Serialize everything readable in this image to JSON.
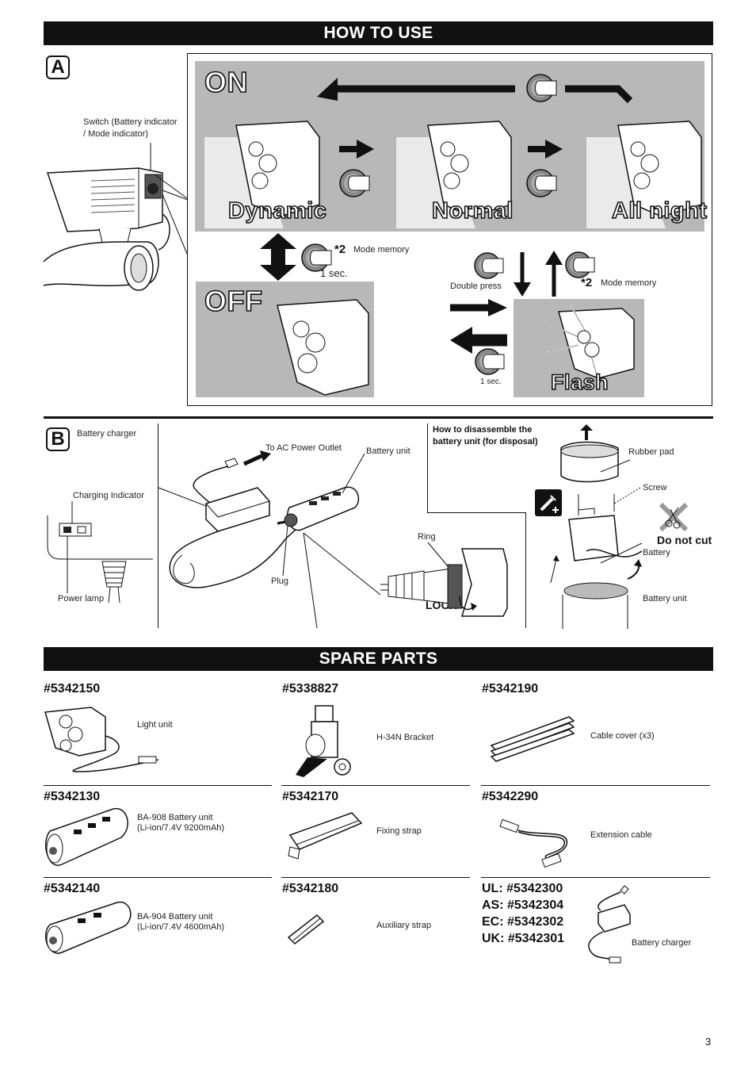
{
  "how_to_use": {
    "title": "HOW TO USE",
    "section_a": {
      "letter": "A",
      "switch_label_line1": "Switch (Battery indicator",
      "switch_label_line2": "/ Mode indicator)",
      "on_label": "ON",
      "off_label": "OFF",
      "modes": [
        "Dynamic",
        "Normal",
        "All night",
        "Flash"
      ],
      "mode_memory_mark": "*2",
      "mode_memory_label": "Mode memory",
      "one_sec": "1 sec.",
      "one_sec_small": "1 sec.",
      "double_press": "Double press"
    },
    "section_b": {
      "letter": "B",
      "battery_charger": "Battery charger",
      "charging_indicator": "Charging Indicator",
      "power_lamp": "Power lamp",
      "to_ac_outlet": "To AC Power Outlet",
      "battery_unit": "Battery unit",
      "plug": "Plug",
      "ring": "Ring",
      "lock": "LOCK",
      "disassemble_line1": "How to disassemble the",
      "disassemble_line2": "battery unit (for disposal)",
      "rubber_pad": "Rubber pad",
      "screw": "Screw",
      "do_not_cut": "Do not cut",
      "battery": "Battery",
      "battery_unit_2": "Battery unit"
    }
  },
  "spare_parts": {
    "title": "SPARE PARTS",
    "items": [
      {
        "number": "#5342150",
        "desc_line1": "Light unit",
        "desc_line2": ""
      },
      {
        "number": "#5338827",
        "desc_line1": "H-34N Bracket",
        "desc_line2": ""
      },
      {
        "number": "#5342190",
        "desc_line1": "Cable cover (x3)",
        "desc_line2": ""
      },
      {
        "number": "#5342130",
        "desc_line1": "BA-908 Battery unit",
        "desc_line2": "(Li-ion/7.4V 9200mAh)"
      },
      {
        "number": "#5342170",
        "desc_line1": "Fixing strap",
        "desc_line2": ""
      },
      {
        "number": "#5342290",
        "desc_line1": "Extension cable",
        "desc_line2": ""
      },
      {
        "number": "#5342140",
        "desc_line1": "BA-904 Battery unit",
        "desc_line2": "(Li-ion/7.4V 4600mAh)"
      },
      {
        "number": "#5342180",
        "desc_line1": "Auxiliary strap",
        "desc_line2": ""
      }
    ],
    "charger_numbers": [
      "UL: #5342300",
      "AS: #5342304",
      "EC: #5342302",
      "UK: #5342301"
    ],
    "charger_desc": "Battery charger"
  },
  "page_number": "3",
  "colors": {
    "header_bg": "#111111",
    "panel_gray": "#b8b8b8"
  }
}
